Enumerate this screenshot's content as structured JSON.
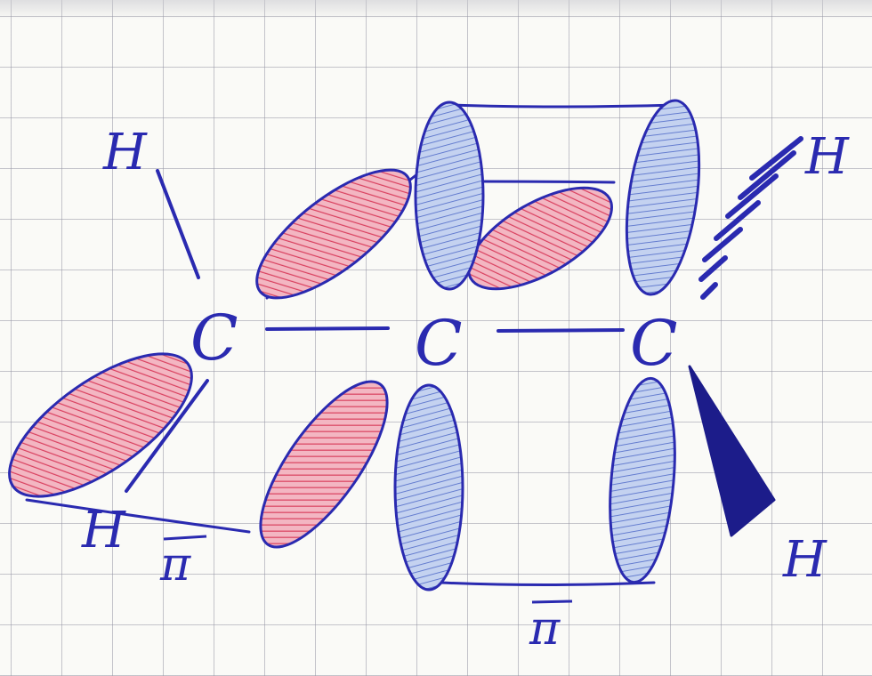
{
  "atoms": {
    "c_left": "C",
    "c_middle": "C",
    "c_right": "C",
    "h_top_left": "H",
    "h_top_right": "H",
    "h_bottom_left": "H",
    "h_bottom_right": "H"
  },
  "bond_labels": {
    "pi_left": "π",
    "pi_right": "π"
  },
  "colors": {
    "ink_blue": "#2a2ab0",
    "lobe_red": "#d63c5c",
    "lobe_red_fill": "#f0a8b6",
    "lobe_blue_fill": "#b6c6ec"
  }
}
